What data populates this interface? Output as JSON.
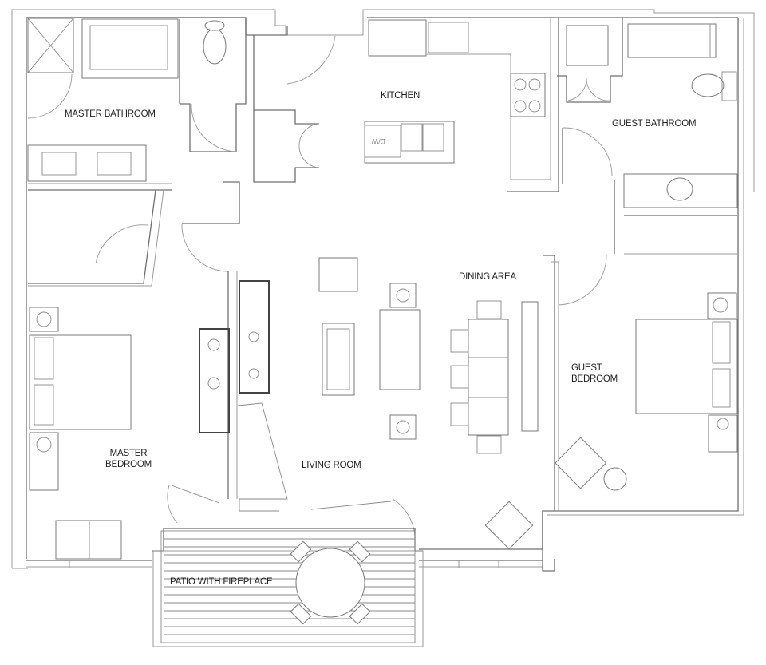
{
  "plan": {
    "type": "apartment floor plan",
    "rooms": [
      {
        "id": "master-bathroom",
        "label": "MASTER BATHROOM"
      },
      {
        "id": "kitchen",
        "label": "KITCHEN"
      },
      {
        "id": "guest-bathroom",
        "label": "GUEST BATHROOM"
      },
      {
        "id": "dining-area",
        "label": "DINING AREA"
      },
      {
        "id": "master-bedroom",
        "label_line1": "MASTER",
        "label_line2": "BEDROOM"
      },
      {
        "id": "guest-bedroom",
        "label_line1": "GUEST",
        "label_line2": "BEDROOM"
      },
      {
        "id": "living-room",
        "label": "LIVING ROOM"
      },
      {
        "id": "patio",
        "label": "PATIO WITH FIREPLACE"
      }
    ],
    "appliance_labels": {
      "dishwasher": "D/W"
    },
    "colors": {
      "background": "#ffffff",
      "wall": "#6f6f6f",
      "text": "#222222"
    }
  }
}
